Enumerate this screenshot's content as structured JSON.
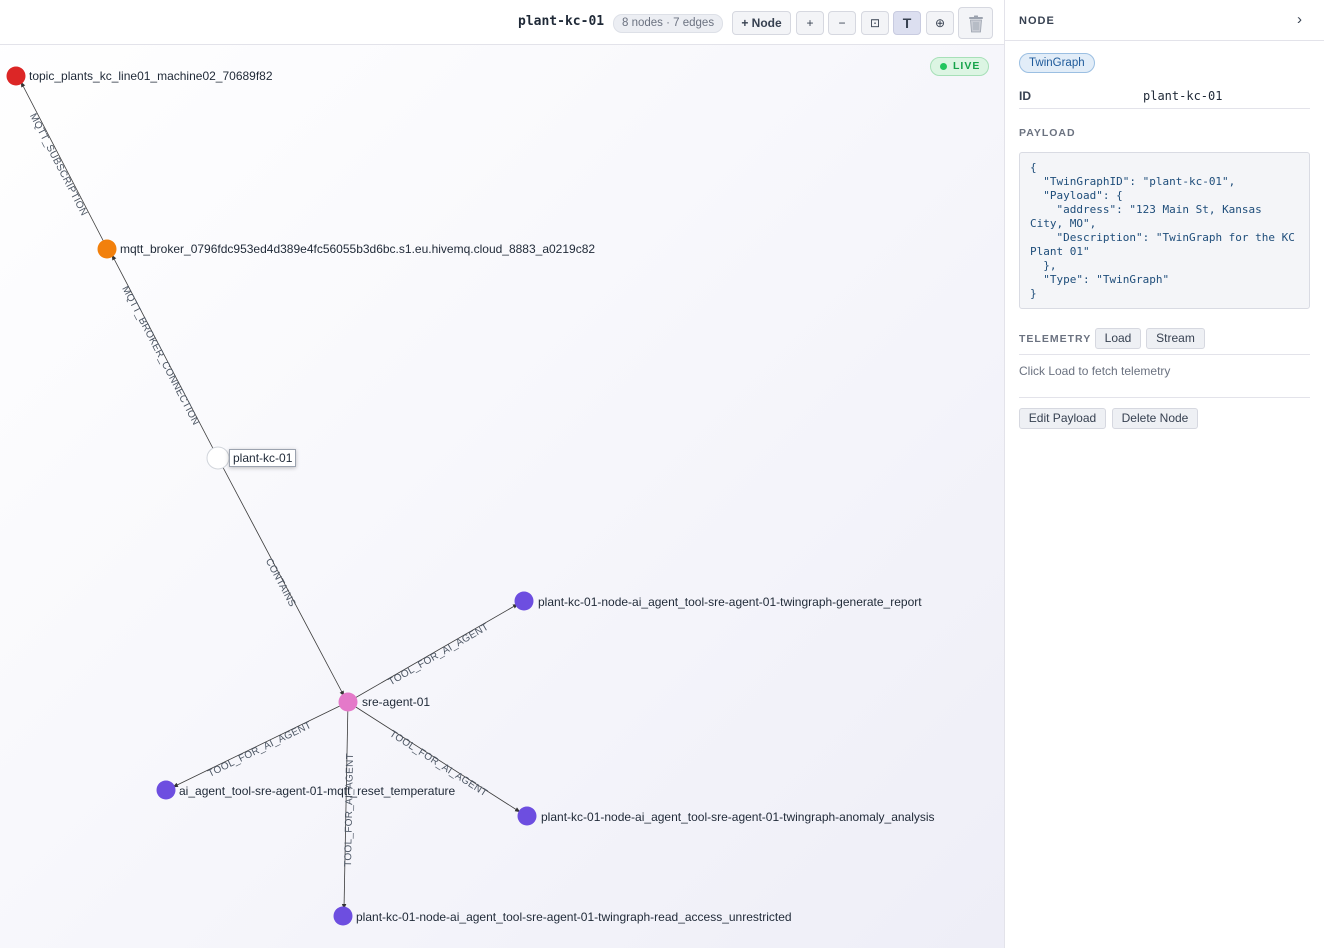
{
  "toolbar": {
    "title": "plant-kc-01",
    "count": "8 nodes · 7 edges",
    "add_node": "+ Node",
    "zoom_in": "+",
    "zoom_out": "−",
    "fit": "⊡",
    "text_toggle": "T",
    "center": "⊕"
  },
  "status": {
    "live": "LIVE",
    "live_color": "#22c55e"
  },
  "graph": {
    "nodes": {
      "topic": {
        "label": "topic_plants_kc_line01_machine02_70689f82",
        "color": "#dc2626"
      },
      "broker": {
        "label": "mqtt_broker_0796fdc953ed4d389e4fc56055b3d6bc.s1.eu.hivemq.cloud_8883_a0219c82",
        "color": "#f2800c"
      },
      "plant": {
        "label": "plant-kc-01",
        "color": "#ffffff"
      },
      "agent": {
        "label": "sre-agent-01",
        "color": "#e479c9"
      },
      "report": {
        "label": "plant-kc-01-node-ai_agent_tool-sre-agent-01-twingraph-generate_report",
        "color": "#6d4ee0"
      },
      "reset": {
        "label": "ai_agent_tool-sre-agent-01-mqtt_reset_temperature",
        "color": "#6d4ee0"
      },
      "anomaly": {
        "label": "plant-kc-01-node-ai_agent_tool-sre-agent-01-twingraph-anomaly_analysis",
        "color": "#6d4ee0"
      },
      "read": {
        "label": "plant-kc-01-node-ai_agent_tool-sre-agent-01-twingraph-read_access_unrestricted",
        "color": "#6d4ee0"
      }
    },
    "edges": {
      "subscription": "MQTT_SUBSCRIPTION",
      "broker_connection": "MQTT_BROKER_CONNECTION",
      "contains": "CONTAINS",
      "tool_report": "TOOL_FOR_AI_AGENT",
      "tool_reset": "TOOL_FOR_AI_AGENT",
      "tool_anomaly": "TOOL_FOR_AI_AGENT",
      "tool_read": "TOOL_FOR_AI_AGENT"
    }
  },
  "panel": {
    "header": "NODE",
    "collapse": "›",
    "type_chip": "TwinGraph",
    "id_key": "ID",
    "id_value": "plant-kc-01",
    "payload_title": "PAYLOAD",
    "payload_json": "{\n  \"TwinGraphID\": \"plant-kc-01\",\n  \"Payload\": {\n    \"address\": \"123 Main St, Kansas City, MO\",\n    \"Description\": \"TwinGraph for the KC Plant 01\"\n  },\n  \"Type\": \"TwinGraph\"\n}",
    "telemetry_title": "TELEMETRY",
    "load_label": "Load",
    "stream_label": "Stream",
    "telemetry_hint": "Click Load to fetch telemetry",
    "edit_payload": "Edit Payload",
    "delete_node": "Delete Node"
  }
}
